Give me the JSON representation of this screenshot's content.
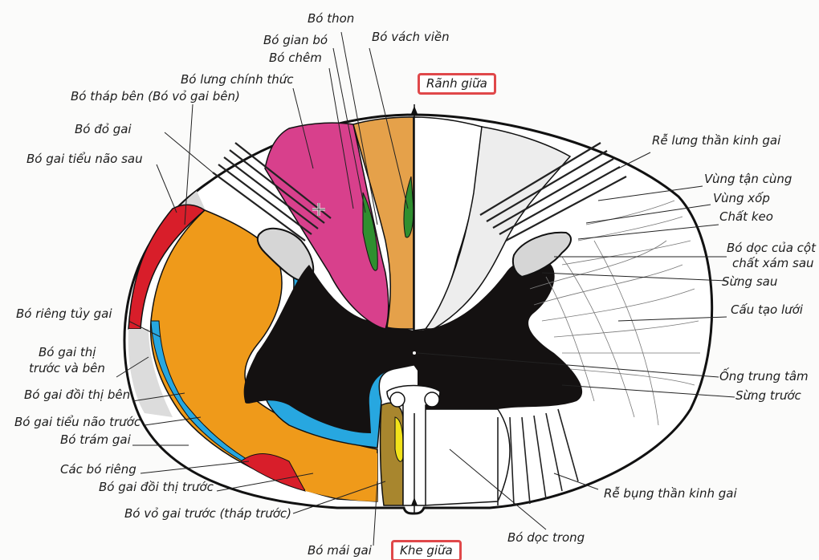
{
  "labels_top": {
    "bo_thon": "Bó thon",
    "bo_gian_bo": "Bó gian bó",
    "bo_chem": "Bó chêm",
    "bo_vach_vien": "Bó vách viền",
    "ranh_giua": "Rãnh giữa"
  },
  "labels_left": {
    "bo_lung_chinh_thuc": "Bó lưng chính thức",
    "bo_thap_ben": "Bó tháp bên (Bó vỏ gai bên)",
    "bo_do_gai": "Bó đỏ gai",
    "bo_gai_tieu_nao_sau": "Bó gai tiểu não sau",
    "bo_rieng_tuy_gai": "Bó riêng tủy gai",
    "bo_gai_thi_truoc_ben_1": "Bó gai thị",
    "bo_gai_thi_truoc_ben_2": "trước và bên",
    "bo_gai_doi_thi_ben": "Bó gai đồi thị bên",
    "bo_gai_tieu_nao_truoc": "Bó gai tiểu não trước",
    "bo_tram_gai": "Bó trám gai",
    "cac_bo_rieng": "Các bó riêng",
    "bo_gai_doi_thi_truoc": "Bó gai đồi thị trước",
    "bo_vo_gai_truoc": "Bó vỏ gai trước (tháp trước)"
  },
  "labels_bottom": {
    "bo_mai_gai": "Bó mái gai",
    "khe_giua": "Khe giữa",
    "bo_doc_trong": "Bó dọc trong"
  },
  "labels_right": {
    "re_lung": "Rễ lưng thần kinh gai",
    "vung_tan_cung": "Vùng tận cùng",
    "vung_xop": "Vùng xốp",
    "chat_keo": "Chất keo",
    "bo_doc_cot_1": "Bó dọc của cột",
    "bo_doc_cot_2": "chất xám sau",
    "sung_sau": "Sừng sau",
    "cau_tao_luoi": "Cấu tạo lưới",
    "ong_trung_tam": "Ống trung tâm",
    "sung_truoc": "Sừng trước",
    "re_bung": "Rễ bụng thần kinh gai"
  },
  "colors": {
    "magenta": "#d8408c",
    "orange": "#ef9a1a",
    "tan": "#e5a14a",
    "red": "#d81e2a",
    "blue": "#27a7e0",
    "green": "#2f8f2f",
    "black": "#141111",
    "grey": "#d9d9d9",
    "olive": "#a8862e",
    "yellow": "#f2e21a",
    "highlight": "#e0484a"
  },
  "icons": {
    "cursor": "crosshair-move-icon"
  }
}
